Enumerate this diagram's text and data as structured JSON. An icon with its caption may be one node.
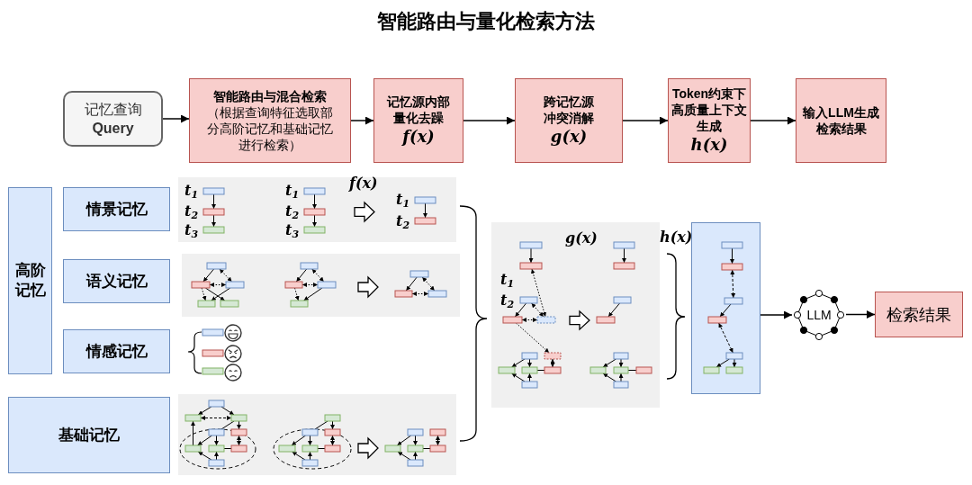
{
  "diagram": {
    "title": "智能路由与量化检索方法",
    "nodes": [
      {
        "text": [
          "记忆查询",
          "Query"
        ]
      },
      {
        "text": [
          "智能路由与混合检索",
          "（根据查询特征选取部分高阶记忆和基础记忆进行检索）"
        ]
      },
      {
        "text": [
          "记忆源内部量化去躁",
          "f(x)"
        ]
      },
      {
        "text": [
          "跨记忆源冲突消解",
          "g(x)"
        ]
      },
      {
        "text": [
          "Token约束下高质量上下文生成",
          "h(x)"
        ]
      },
      {
        "text": [
          "输入LLM生成检索结果"
        ]
      },
      {
        "text": [
          "高阶记忆"
        ]
      },
      {
        "text": [
          "情景记忆"
        ]
      },
      {
        "text": [
          "语义记忆"
        ]
      },
      {
        "text": [
          "情感记忆"
        ]
      },
      {
        "text": [
          "基础记忆"
        ]
      },
      {
        "text": [],
        "shape": "box"
      },
      {
        "text": [
          "LLM"
        ]
      },
      {
        "text": [
          "检索结果"
        ]
      }
    ],
    "edges": [
      {
        "from": 0,
        "to": 1,
        "arrow": "to"
      },
      {
        "from": 1,
        "to": 2,
        "arrow": "to"
      },
      {
        "from": 2,
        "to": 3,
        "arrow": "to"
      },
      {
        "from": 3,
        "to": 4,
        "arrow": "to"
      },
      {
        "from": 4,
        "to": 5,
        "arrow": "to"
      },
      {
        "from": 11,
        "to": 12,
        "arrow": "to"
      },
      {
        "from": 12,
        "to": 13,
        "arrow": "to"
      }
    ],
    "labels": [
      "f(x)",
      "t$_{1}$",
      "t$_{2}$",
      "t$_{3}$",
      "t$_{1}$",
      "t$_{2}$",
      "t$_{3}$",
      "t$_{1}$",
      "t$_{2}$",
      "g(x)",
      "h(x)",
      "t$_{1}$",
      "t$_{2}$"
    ]
  }
}
